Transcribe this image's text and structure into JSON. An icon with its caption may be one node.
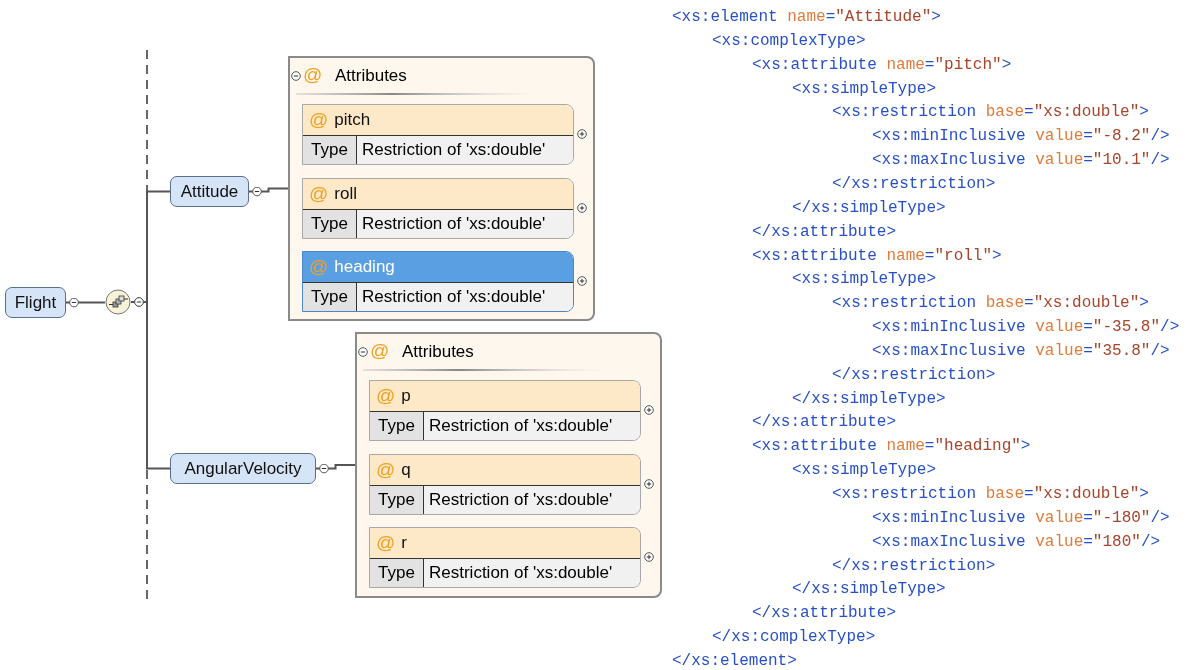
{
  "diagram": {
    "nodes": [
      {
        "text": [
          "Flight"
        ]
      },
      {
        "text": [],
        "shape": "circle"
      },
      {
        "text": [
          "Attitude"
        ]
      },
      {
        "text": [
          "AngularVelocity"
        ]
      },
      {
        "text": [
          "@",
          "Attributes"
        ]
      },
      {
        "text": [
          "@",
          "pitch",
          "Type",
          "Restriction of 'xs:double'"
        ],
        "in": 4
      },
      {
        "text": [
          "@",
          "roll",
          "Type",
          "Restriction of 'xs:double'"
        ],
        "in": 4
      },
      {
        "text": [
          "@",
          "heading",
          "Type",
          "Restriction of 'xs:double'"
        ],
        "in": 4
      },
      {
        "text": [
          "@",
          "Attributes"
        ]
      },
      {
        "text": [
          "@",
          "p",
          "Type",
          "Restriction of 'xs:double'"
        ],
        "in": 8
      },
      {
        "text": [
          "@",
          "q",
          "Type",
          "Restriction of 'xs:double'"
        ],
        "in": 8
      },
      {
        "text": [
          "@",
          "r",
          "Type",
          "Restriction of 'xs:double'"
        ],
        "in": 8
      }
    ],
    "edges": [
      {
        "from": 0,
        "to": 1,
        "arrow": "other"
      },
      {
        "from": 1,
        "to": 2,
        "arrow": "other"
      },
      {
        "from": 1,
        "to": 3,
        "arrow": "other"
      },
      {
        "from": 2,
        "to": 4,
        "arrow": "other"
      },
      {
        "from": 3,
        "to": 8,
        "arrow": "other"
      }
    ],
    "labels": [
      "<xs:element name=\"Attitude\">",
      "<xs:complexType>",
      "<xs:attribute name=\"pitch\">",
      "<xs:simpleType>",
      "<xs:restriction base=\"xs:double\">",
      "<xs:minInclusive value=\"-8.2\"/>",
      "<xs:maxInclusive value=\"10.1\"/>",
      "</xs:restriction>",
      "</xs:simpleType>",
      "</xs:attribute>",
      "<xs:attribute name=\"roll\">",
      "<xs:simpleType>",
      "<xs:restriction base=\"xs:double\">",
      "<xs:minInclusive value=\"-35.8\"/>",
      "<xs:maxInclusive value=\"35.8\"/>",
      "</xs:restriction>",
      "</xs:simpleType>",
      "</xs:attribute>",
      "<xs:attribute name=\"heading\">",
      "<xs:simpleType>",
      "<xs:restriction base=\"xs:double\">",
      "<xs:minInclusive value=\"-180\"/>",
      "<xs:maxInclusive value=\"180\"/>",
      "</xs:restriction>",
      "</xs:simpleType>",
      "</xs:attribute>",
      "</xs:complexType>",
      "</xs:element>"
    ]
  }
}
